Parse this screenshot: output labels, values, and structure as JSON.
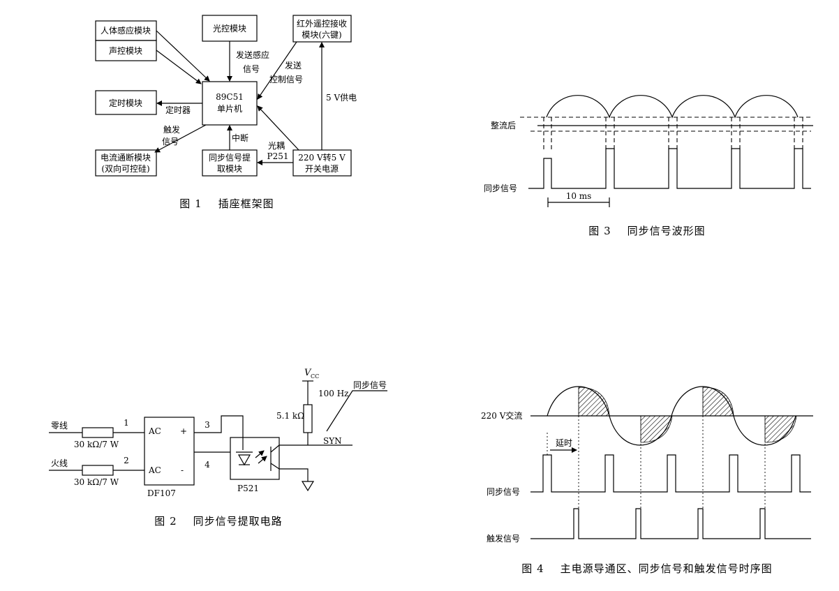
{
  "fig1": {
    "caption": "图 1    插座框架图",
    "boxes": {
      "human": "人体感应模块",
      "voice": "声控模块",
      "light": "光控模块",
      "ir": [
        "红外遥控接收",
        "模块(六键)"
      ],
      "mcu": [
        "89C51",
        "单片机"
      ],
      "timer": "定时模块",
      "current": [
        "电流通断模块",
        "(双向可控硅)"
      ],
      "sync": [
        "同步信号提",
        "取模块"
      ],
      "power": [
        "220 V转5 V",
        "开关电源"
      ]
    },
    "labels": {
      "send_sense": [
        "发送感应",
        "信号"
      ],
      "send_ctrl": [
        "发送",
        "控制信号"
      ],
      "supply": "5 V供电",
      "timer_label": "定时器",
      "trigger": [
        "触发",
        "信号"
      ],
      "interrupt": "中断",
      "opto": [
        "光耦",
        "P251"
      ]
    }
  },
  "fig2": {
    "caption": "图 2    同步信号提取电路",
    "neutral": "零线",
    "live": "火线",
    "r1": "30 kΩ/7 W",
    "r2": "30 kΩ/7 W",
    "pin1": "1",
    "pin2": "2",
    "pin3": "3",
    "pin4": "4",
    "ac1": "AC",
    "ac2": "AC",
    "plus": "+",
    "minus": "-",
    "bridge": "DF107",
    "vcc_v": "V",
    "vcc_sub": "CC",
    "res": "5.1 kΩ",
    "freq": "100 Hz",
    "sync_sig": "同步信号",
    "syn": "SYN",
    "opto": "P521"
  },
  "fig3": {
    "caption": "图 3    同步信号波形图",
    "rectified": "整流后",
    "sync": "同步信号",
    "period": "10 ms"
  },
  "fig4": {
    "caption": "图 4    主电源导通区、同步信号和触发信号时序图",
    "ac": "220 V交流",
    "delay": "延时",
    "sync": "同步信号",
    "trigger": "触发信号"
  }
}
